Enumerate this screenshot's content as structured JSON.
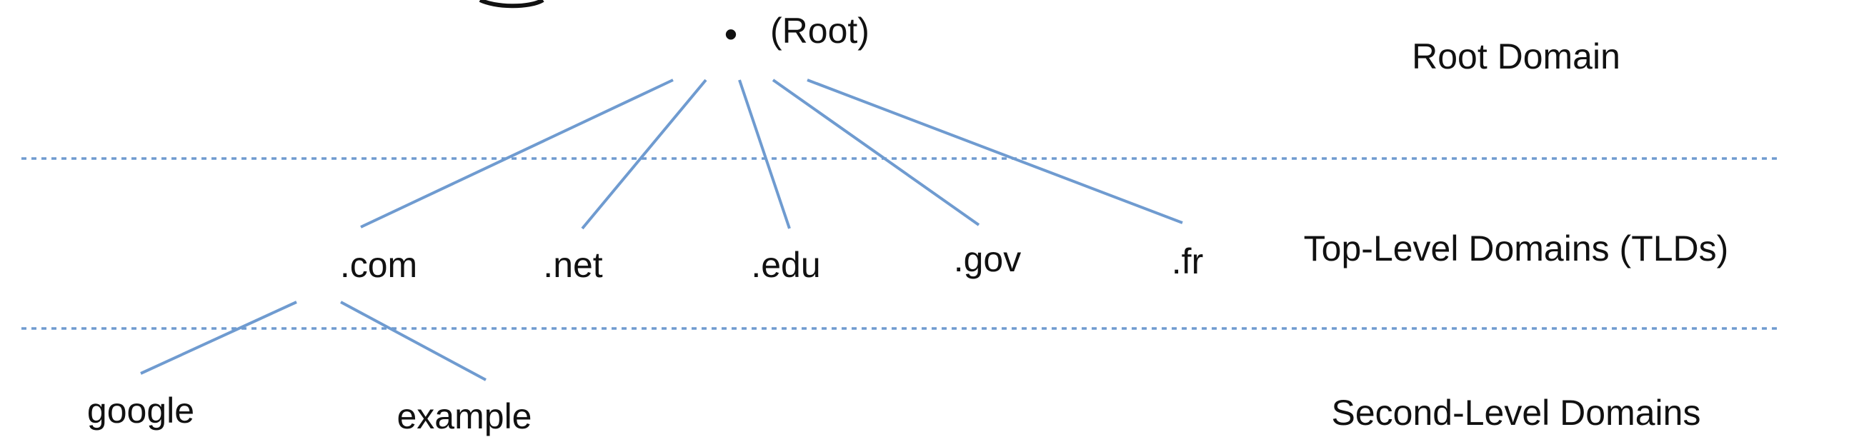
{
  "colors": {
    "edge": "#6f9bd0",
    "divider": "#6f9bd0",
    "text": "#111111",
    "background": "#ffffff"
  },
  "root": {
    "dot": "•",
    "label": "(Root)"
  },
  "tlds": [
    ".com",
    ".net",
    ".edu",
    ".gov",
    ".fr"
  ],
  "second_level": [
    "google",
    "example"
  ],
  "levels": {
    "root": "Root Domain",
    "tld": "Top-Level Domains (TLDs)",
    "second": "Second-Level Domains"
  }
}
